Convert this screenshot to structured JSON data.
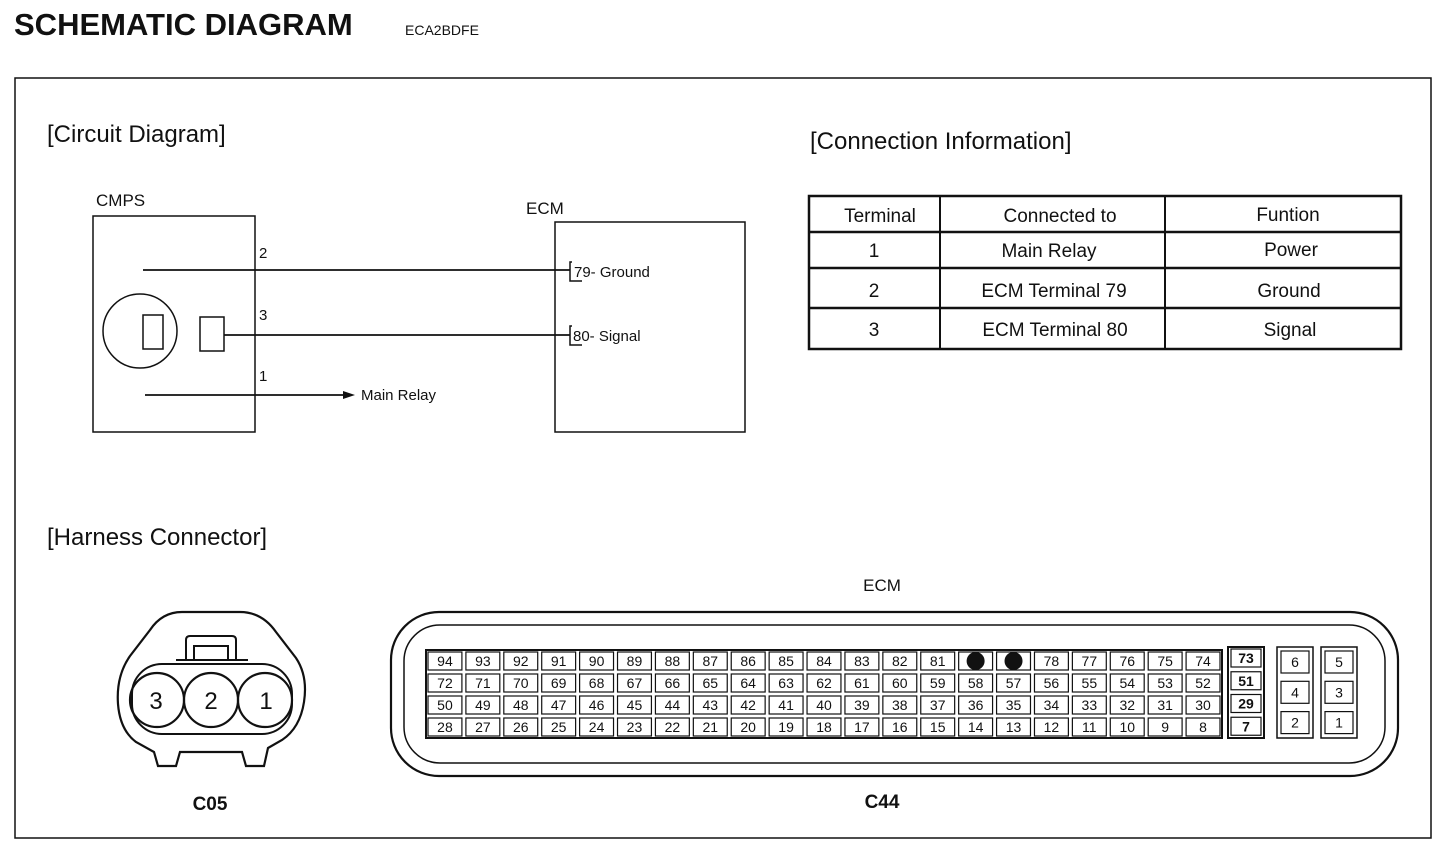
{
  "page": {
    "title": "SCHEMATIC DIAGRAM",
    "code": "ECA2BDFE"
  },
  "circuit": {
    "heading": "[Circuit Diagram]",
    "sensor_label": "CMPS",
    "ecm_label": "ECM",
    "pins": [
      "2",
      "3",
      "1"
    ],
    "ecm_term_ground": "79- Ground",
    "ecm_term_signal": "80- Signal",
    "main_relay": "Main Relay"
  },
  "connection": {
    "heading": "[Connection Information]",
    "headers": [
      "Terminal",
      "Connected to",
      "Funtion"
    ],
    "rows": [
      [
        "1",
        "Main Relay",
        "Power"
      ],
      [
        "2",
        "ECM Terminal 79",
        "Ground"
      ],
      [
        "3",
        "ECM Terminal 80",
        "Signal"
      ]
    ]
  },
  "harness": {
    "heading": "[Harness Connector]",
    "c05": {
      "pins": [
        "3",
        "2",
        "1"
      ],
      "label": "C05"
    },
    "ecm_title": "ECM",
    "c44_label": "C44",
    "main_rows": [
      [
        "94",
        "93",
        "92",
        "91",
        "90",
        "89",
        "88",
        "87",
        "86",
        "85",
        "84",
        "83",
        "82",
        "81",
        "",
        "",
        "78",
        "77",
        "76",
        "75",
        "74"
      ],
      [
        "72",
        "71",
        "70",
        "69",
        "68",
        "67",
        "66",
        "65",
        "64",
        "63",
        "62",
        "61",
        "60",
        "59",
        "58",
        "57",
        "56",
        "55",
        "54",
        "53",
        "52"
      ],
      [
        "50",
        "49",
        "48",
        "47",
        "46",
        "45",
        "44",
        "43",
        "42",
        "41",
        "40",
        "39",
        "38",
        "37",
        "36",
        "35",
        "34",
        "33",
        "32",
        "31",
        "30"
      ],
      [
        "28",
        "27",
        "26",
        "25",
        "24",
        "23",
        "22",
        "21",
        "20",
        "19",
        "18",
        "17",
        "16",
        "15",
        "14",
        "13",
        "12",
        "11",
        "10",
        "9",
        "8"
      ]
    ],
    "side_col": [
      "73",
      "51",
      "29",
      "7"
    ],
    "right_col1": [
      "6",
      "4",
      "2"
    ],
    "right_col2": [
      "5",
      "3",
      "1"
    ]
  }
}
